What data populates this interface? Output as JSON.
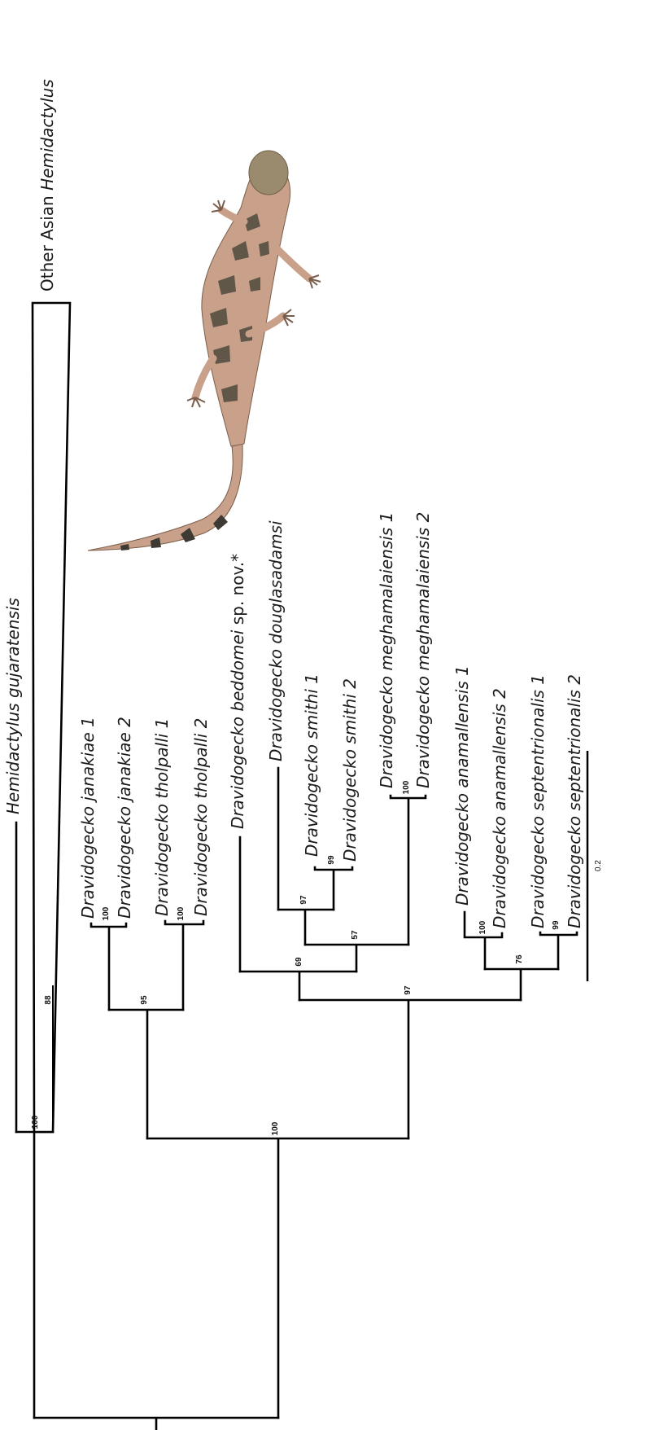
{
  "taxa": {
    "hemidactylus_gujaratensis": "Hemidactylus gujaratensis",
    "other_asian_prefix": "Other Asian ",
    "other_asian_genus": "Hemidactylus",
    "janakiae_1": "Dravidogecko janakiae 1",
    "janakiae_2": "Dravidogecko janakiae 2",
    "tholpalli_1": "Dravidogecko tholpalli 1",
    "tholpalli_2": "Dravidogecko tholpalli 2",
    "beddomei_name": "Dravidogecko beddomei",
    "beddomei_suffix": " sp. nov.*",
    "douglasadamsi": "Dravidogecko douglasadamsi",
    "smithi_1": "Dravidogecko smithi 1",
    "smithi_2": "Dravidogecko smithi 2",
    "meghamalaiensis_1": "Dravidogecko meghamalaiensis 1",
    "meghamalaiensis_2": "Dravidogecko meghamalaiensis 2",
    "anamallensis_1": "Dravidogecko anamallensis 1",
    "anamallensis_2": "Dravidogecko anamallensis 2",
    "septentrionalis_1": "Dravidogecko septentrionalis 1",
    "septentrionalis_2": "Dravidogecko septentrionalis 2"
  },
  "support": {
    "hemidactylus_clade": "100",
    "other_asian": "88",
    "janakiae": "100",
    "tholpalli": "100",
    "janakiae_tholpalli": "95",
    "dravidogecko": "100",
    "ingroup": "97",
    "beddomei_clade": "69",
    "douglasadamsi_smithi": "97",
    "smithi": "99",
    "smithi_meghamalaiensis": "57",
    "meghamalaiensis": "100",
    "anamallensis": "100",
    "anamallensis_septentrionalis": "76",
    "septentrionalis": "99"
  },
  "scale_bar": {
    "label": "0.2"
  },
  "photo": {
    "subject": "gecko-photo"
  },
  "colors": {
    "tree": "#000000",
    "text": "#1a1a1a",
    "gecko_body": "#c9a089",
    "gecko_dark": "#4e4a3e",
    "gecko_light": "#e8d6c9"
  }
}
